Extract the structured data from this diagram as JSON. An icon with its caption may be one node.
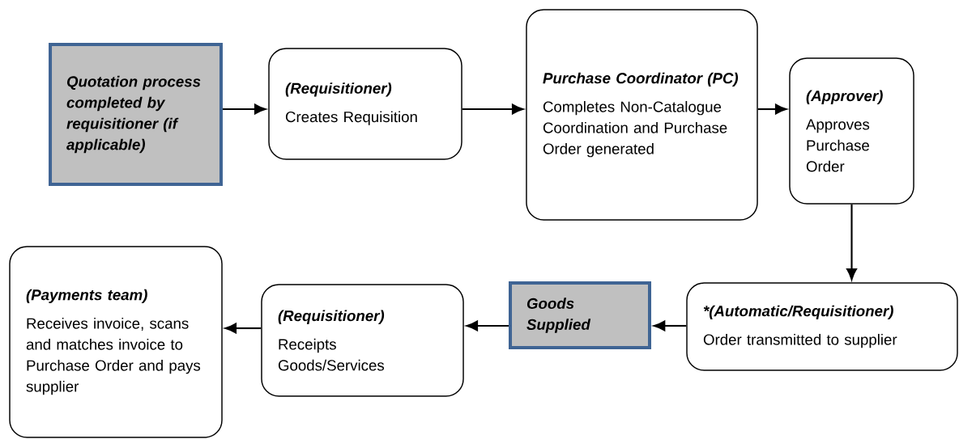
{
  "diagram": {
    "nodes": [
      {
        "text": [
          "Quotation process completed by requisitioner (if applicable)"
        ]
      },
      {
        "text": [
          "(Requisitioner)",
          "Creates Requisition"
        ]
      },
      {
        "text": [
          "Purchase Coordinator (PC)",
          "Completes Non-Catalogue Coordination and Purchase Order generated"
        ]
      },
      {
        "text": [
          "(Approver)",
          "Approves Purchase Order"
        ]
      },
      {
        "text": [
          "*(Automatic/Requisitioner)",
          "Order transmitted to supplier"
        ]
      },
      {
        "text": [
          "Goods Supplied"
        ]
      },
      {
        "text": [
          "(Requisitioner)",
          "Receipts Goods/Services"
        ]
      },
      {
        "text": [
          "(Payments team)",
          "Receives invoice, scans and matches invoice to Purchase Order and pays supplier"
        ]
      }
    ],
    "edges": [
      {
        "from": 0,
        "to": 1,
        "arrow": "to"
      },
      {
        "from": 1,
        "to": 2,
        "arrow": "to"
      },
      {
        "from": 2,
        "to": 3,
        "arrow": "to"
      },
      {
        "from": 3,
        "to": 4,
        "arrow": "to"
      },
      {
        "from": 4,
        "to": 5,
        "arrow": "to"
      },
      {
        "from": 5,
        "to": 6,
        "arrow": "to"
      },
      {
        "from": 6,
        "to": 7,
        "arrow": "to"
      }
    ]
  }
}
